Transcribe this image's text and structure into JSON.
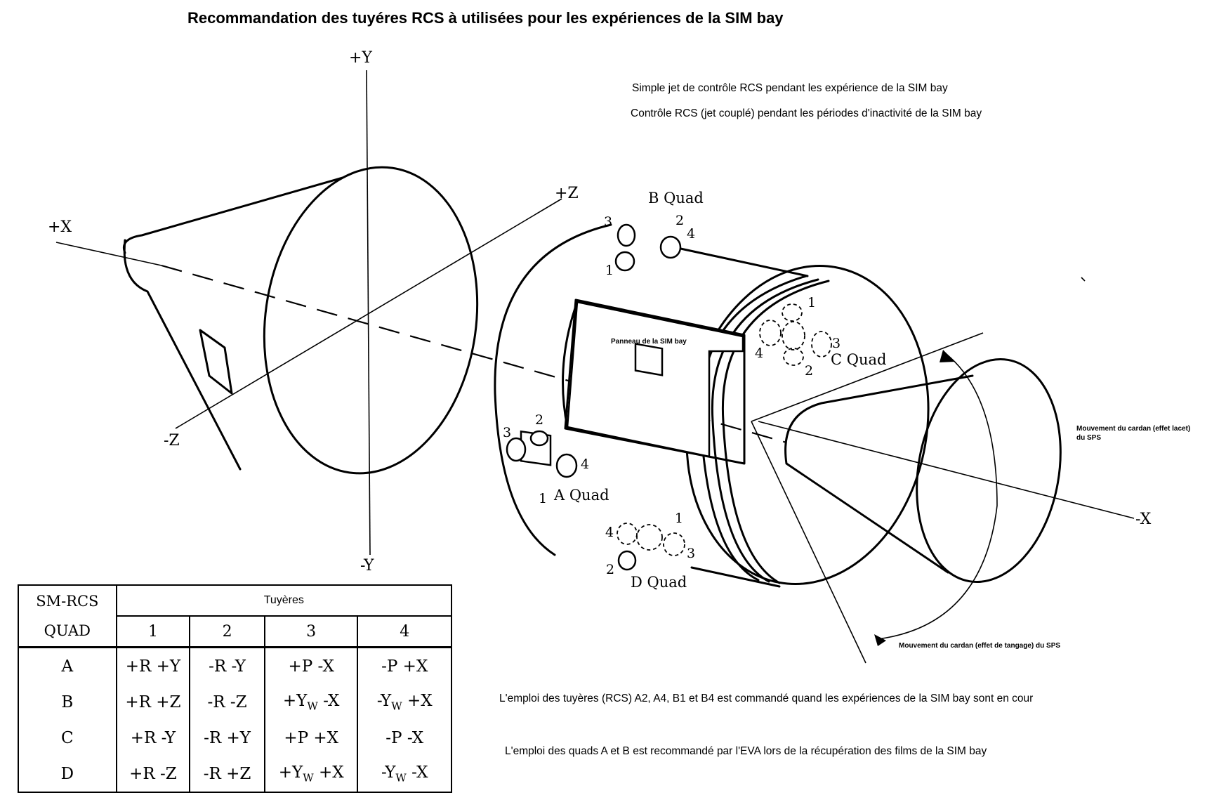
{
  "title": "Recommandation des tuyéres RCS à utilisées pour les expériences de la SIM bay",
  "notes": {
    "single_jet": "Simple jet de contrôle RCS pendant les expérience de  la SIM bay",
    "coupled_jet": "Contrôle RCS (jet couplé) pendant les périodes d'inactivité de la SIM bay",
    "usage_a2": "L'emploi des tuyères (RCS)  A2, A4, B1 et B4 est commandé quand les expériences de la SIM bay sont en cour",
    "usage_quads": "L'emploi des quads A et B est recommandé par l'EVA lors de la récupération des films de la SIM bay"
  },
  "axes": {
    "plus_y": "+Y",
    "minus_y": "-Y",
    "plus_x": "+X",
    "minus_x": "-X",
    "plus_z": "+Z",
    "minus_z": "-Z"
  },
  "labels": {
    "sim_panel": "Panneau de la SIM bay",
    "yaw_line1": "Mouvement du cardan (effet lacet)",
    "yaw_line2": "du SPS",
    "pitch": "Mouvement du cardan (effet de tangage) du SPS"
  },
  "quads": {
    "a": "A Quad",
    "b": "B Quad",
    "c": "C Quad",
    "d": "D Quad"
  },
  "thruster_numbers": {
    "one": "1",
    "two": "2",
    "three": "3",
    "four": "4"
  },
  "table": {
    "corner_line1": "SM-RCS",
    "corner_line2": "QUAD",
    "group_header": "Tuyères",
    "columns": [
      "1",
      "2",
      "3",
      "4"
    ],
    "rows": [
      {
        "quad": "A",
        "c1": "+R +Y",
        "c2": "-R -Y",
        "c3": "+P -X",
        "c4": "-P +X"
      },
      {
        "quad": "B",
        "c1": "+R +Z",
        "c2": "-R -Z",
        "c3_a": "+Y",
        "c3_sub": "W",
        "c3_b": " -X",
        "c4_a": "-Y",
        "c4_sub": "W",
        "c4_b": " +X"
      },
      {
        "quad": "C",
        "c1": "+R -Y",
        "c2": "-R +Y",
        "c3": "+P +X",
        "c4": "-P -X"
      },
      {
        "quad": "D",
        "c1": "+R -Z",
        "c2": "-R +Z",
        "c3_a": "+Y",
        "c3_sub": "W",
        "c3_b": " +X",
        "c4_a": "-Y",
        "c4_sub": "W",
        "c4_b": " -X"
      }
    ]
  }
}
